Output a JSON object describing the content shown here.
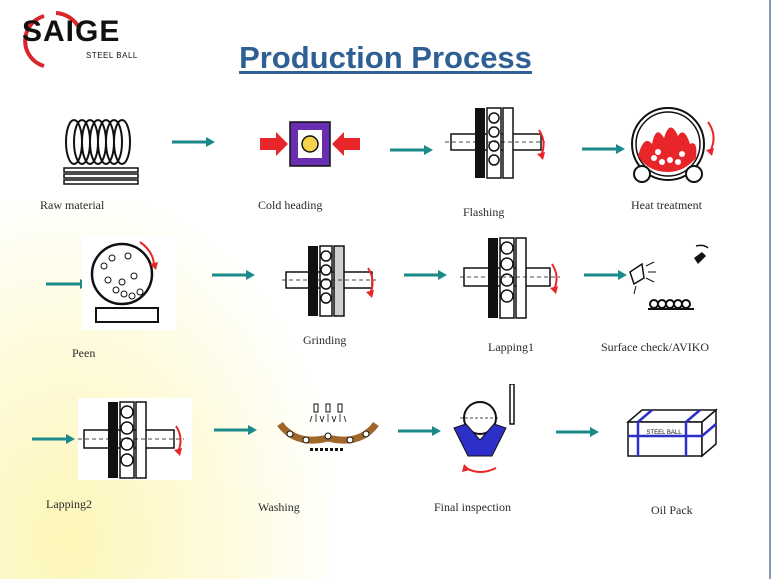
{
  "logo": {
    "brand": "SAIGE",
    "sub": "STEEL BALL"
  },
  "title": "Production Process",
  "steps": [
    {
      "label": "Raw material",
      "icon": "wire-coil-icon"
    },
    {
      "label": "Cold heading",
      "icon": "die-press-icon"
    },
    {
      "label": "Flashing",
      "icon": "plate-rolling-icon"
    },
    {
      "label": "Heat treatment",
      "icon": "furnace-icon"
    },
    {
      "label": "Peen",
      "icon": "peen-drum-icon"
    },
    {
      "label": "Grinding",
      "icon": "grinding-plates-icon"
    },
    {
      "label": "Lapping1",
      "icon": "lapping-plates-icon"
    },
    {
      "label": "Surface check/AVIKO",
      "icon": "inspection-lamp-icon"
    },
    {
      "label": "Lapping2",
      "icon": "lapping-plates-icon"
    },
    {
      "label": "Washing",
      "icon": "washing-conveyor-icon"
    },
    {
      "label": "Final inspection",
      "icon": "ball-gauge-icon"
    },
    {
      "label": "Oil Pack",
      "icon": "packed-box-icon"
    }
  ],
  "box_label": "STEEL BALL",
  "colors": {
    "title": "#2e5f95",
    "arrow": "#1a8a8a",
    "accent_red": "#e8262a",
    "accent_blue": "#2d2fc8",
    "purple": "#6a2fb0"
  }
}
